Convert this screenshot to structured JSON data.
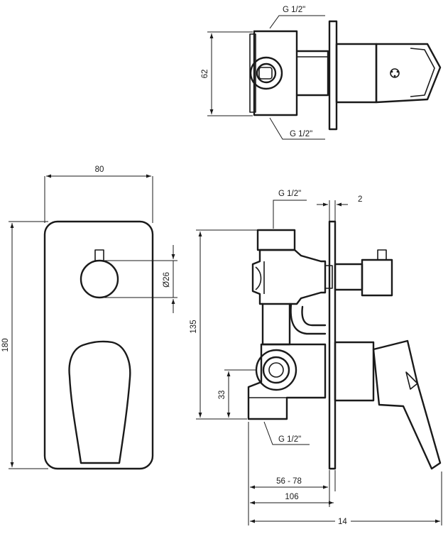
{
  "top_view": {
    "thread_top": "G 1/2\"",
    "thread_bottom": "G 1/2\"",
    "height_dim": "62"
  },
  "front_view": {
    "width_dim": "80",
    "height_dim": "180",
    "knob_diameter": "Ø26"
  },
  "side_view": {
    "thread_top": "G 1/2\"",
    "plate_thickness": "2",
    "height_dim": "135",
    "outlet_offset": "33",
    "thread_bottom": "G 1/2\"",
    "depth_range": "56 - 78",
    "depth_body": "106",
    "depth_total": "14"
  }
}
